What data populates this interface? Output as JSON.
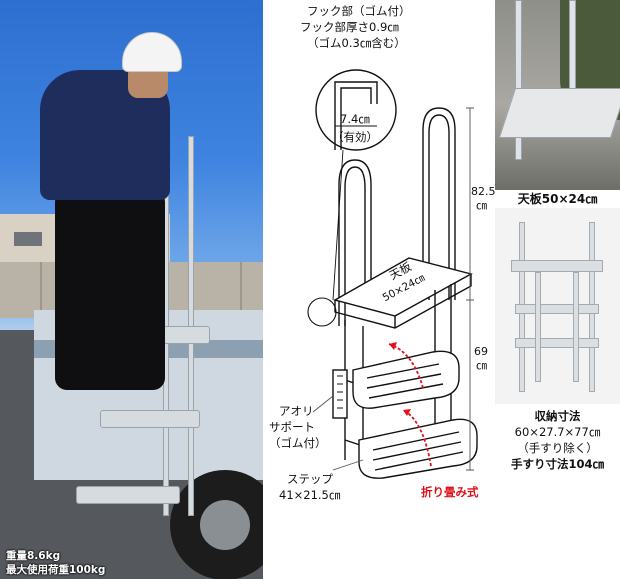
{
  "main_photo": {
    "weight_text": "重量8.6kg",
    "max_load_text": "最大使用荷重100kg"
  },
  "diagram": {
    "hook_title": "フック部（ゴム付）",
    "hook_thickness": "フック部厚さ0.9㎝",
    "hook_rubber": "（ゴム0.3㎝含む）",
    "hook_width": "7.4㎝",
    "hook_effective": "（有効）",
    "handrail_height_value": "82.5",
    "handrail_height_unit": "㎝",
    "top_plate_label": "天板",
    "top_plate_size": "50×24㎝",
    "body_height_value": "69",
    "body_height_unit": "㎝",
    "support_line1": "アオリ",
    "support_line2": "サポート",
    "support_line3": "（ゴム付）",
    "step_label": "ステップ",
    "step_size": "41×21.5㎝",
    "folding_label": "折り畳み式"
  },
  "top_plate_photo": {
    "caption": "天板50×24㎝"
  },
  "storage_photo": {
    "caption_title": "収納寸法",
    "caption_size": "60×27.7×77㎝",
    "caption_note": "（手すり除く）",
    "caption_handrail": "手すり寸法104㎝"
  },
  "colors": {
    "accent_red": "#e0101a",
    "line": "#111111",
    "dimension_line": "#555555"
  }
}
